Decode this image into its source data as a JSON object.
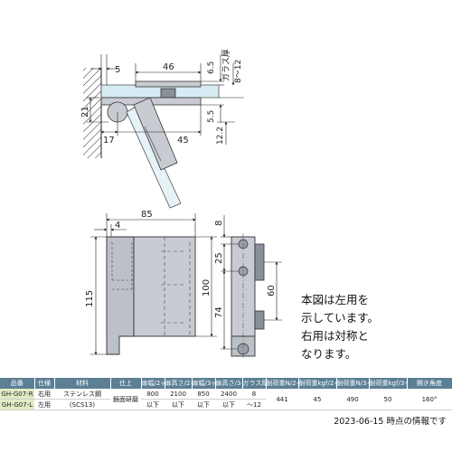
{
  "top_view": {
    "dims": {
      "d5": "5",
      "d46": "46",
      "d65": "6.5",
      "d21": "21",
      "d17": "17",
      "d45": "45",
      "d55": "5.5",
      "d122": "12.2"
    },
    "glass_label": "ガラス厚",
    "glass_range": "8～12"
  },
  "front_view": {
    "dims": {
      "d85": "85",
      "d4": "4",
      "d115": "115",
      "d100": "100",
      "d8": "8",
      "d25": "25",
      "d74": "74",
      "d60": "60"
    }
  },
  "note_lines": [
    "本図は左用を",
    "示しています。",
    "右用は対称と",
    "なります。"
  ],
  "spec_table": {
    "headers": [
      "品番",
      "仕様",
      "材料",
      "仕上",
      "扉幅/2ヶ",
      "扉高さ/2ヶ",
      "扉幅/3ヶ",
      "扉高さ/3ヶ",
      "ガラス厚",
      "耐荷重N/2ヶ",
      "耐荷重kgf/2ヶ",
      "耐荷重N/3ヶ",
      "耐荷重kgf/3ヶ",
      "開き角度"
    ],
    "codes": [
      "GH-G07-R",
      "GH-G07-L"
    ],
    "specs": [
      "右用",
      "左用"
    ],
    "material": [
      "ステンレス鋼",
      "(SCS13)"
    ],
    "finish": "鏡面研磨",
    "door_width_2": [
      "800",
      "以下"
    ],
    "door_height_2": [
      "2100",
      "以下"
    ],
    "door_width_3": [
      "850",
      "以下"
    ],
    "door_height_3": [
      "2400",
      "以下"
    ],
    "glass": [
      "8",
      "～12"
    ],
    "load_n_2": "441",
    "load_kgf_2": "45",
    "load_n_3": "490",
    "load_kgf_3": "50",
    "angle": "160°"
  },
  "date_note": "2023-06-15 時点の情報です",
  "colors": {
    "metal": "#c8ccd2",
    "metal_dark": "#8a9099",
    "glass": "#d6ecf4",
    "header": "#5b7f95",
    "code_cell": "#e2ecc4"
  }
}
